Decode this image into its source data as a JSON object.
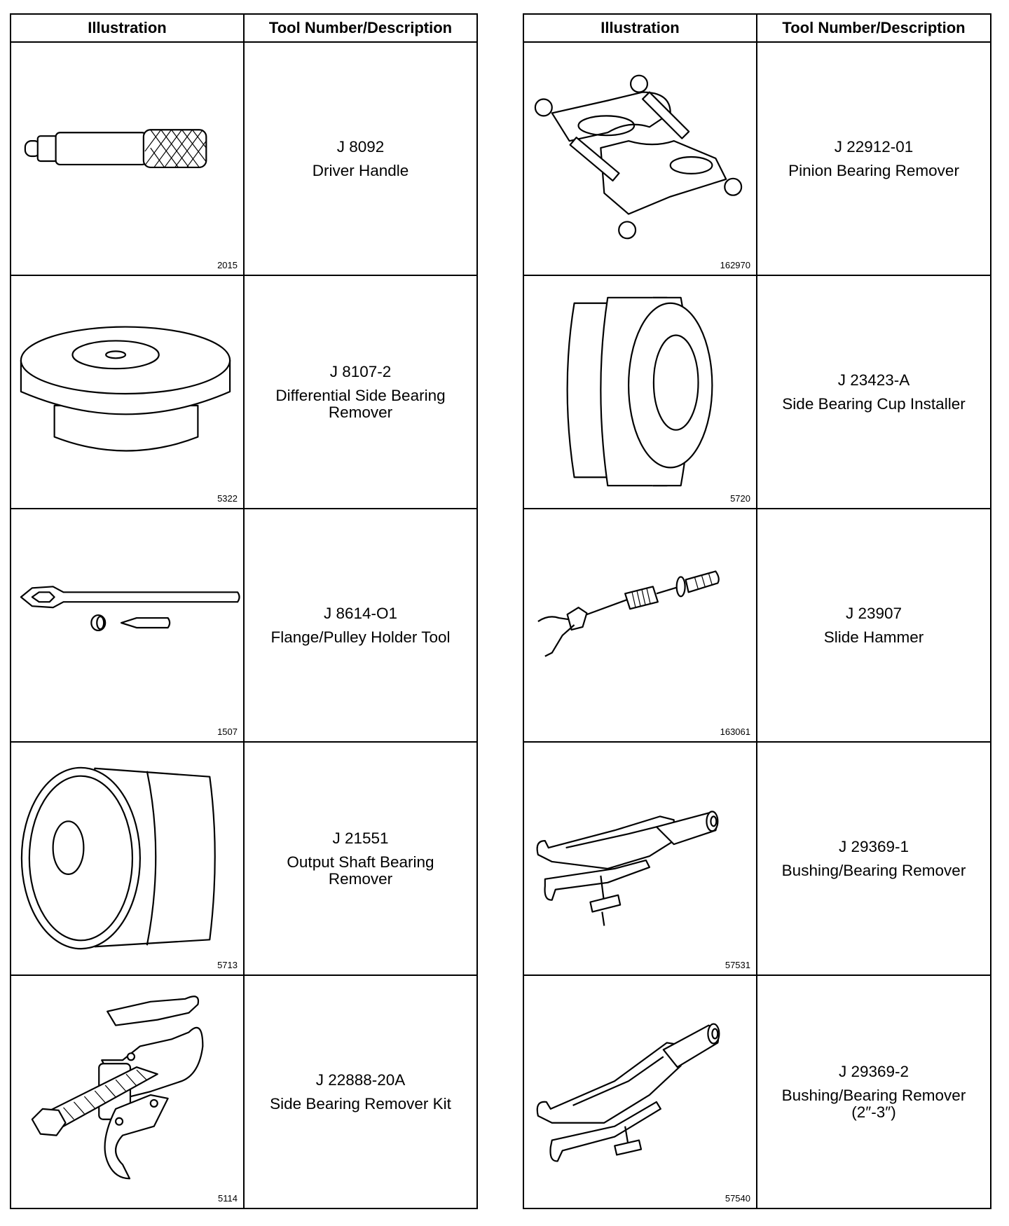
{
  "headers": {
    "illustration": "Illustration",
    "description": "Tool Number/Description"
  },
  "left": [
    {
      "number": "J 8092",
      "description": "Driver Handle",
      "figure": "2015",
      "icon": "driver-handle-icon"
    },
    {
      "number": "J 8107-2",
      "description": "Differential Side Bearing Remover",
      "figure": "5322",
      "icon": "side-bearing-remover-icon"
    },
    {
      "number": "J 8614-O1",
      "description": "Flange/Pulley Holder Tool",
      "figure": "1507",
      "icon": "flange-holder-icon"
    },
    {
      "number": "J 21551",
      "description": "Output Shaft Bearing Remover",
      "figure": "5713",
      "icon": "output-shaft-remover-icon"
    },
    {
      "number": "J 22888-20A",
      "description": "Side Bearing Remover Kit",
      "figure": "5114",
      "icon": "gear-puller-icon"
    }
  ],
  "right": [
    {
      "number": "J 22912-01",
      "description": "Pinion Bearing Remover",
      "figure": "162970",
      "icon": "pinion-bearing-remover-icon"
    },
    {
      "number": "J 23423-A",
      "description": "Side Bearing Cup Installer",
      "figure": "5720",
      "icon": "cup-installer-icon"
    },
    {
      "number": "J 23907",
      "description": "Slide Hammer",
      "figure": "163061",
      "icon": "slide-hammer-icon"
    },
    {
      "number": "J 29369-1",
      "description": "Bushing/Bearing Remover",
      "figure": "57531",
      "icon": "bushing-remover-icon"
    },
    {
      "number": "J 29369-2",
      "description": "Bushing/Bearing Remover (2″-3″)",
      "figure": "57540",
      "icon": "bushing-remover-large-icon"
    }
  ]
}
